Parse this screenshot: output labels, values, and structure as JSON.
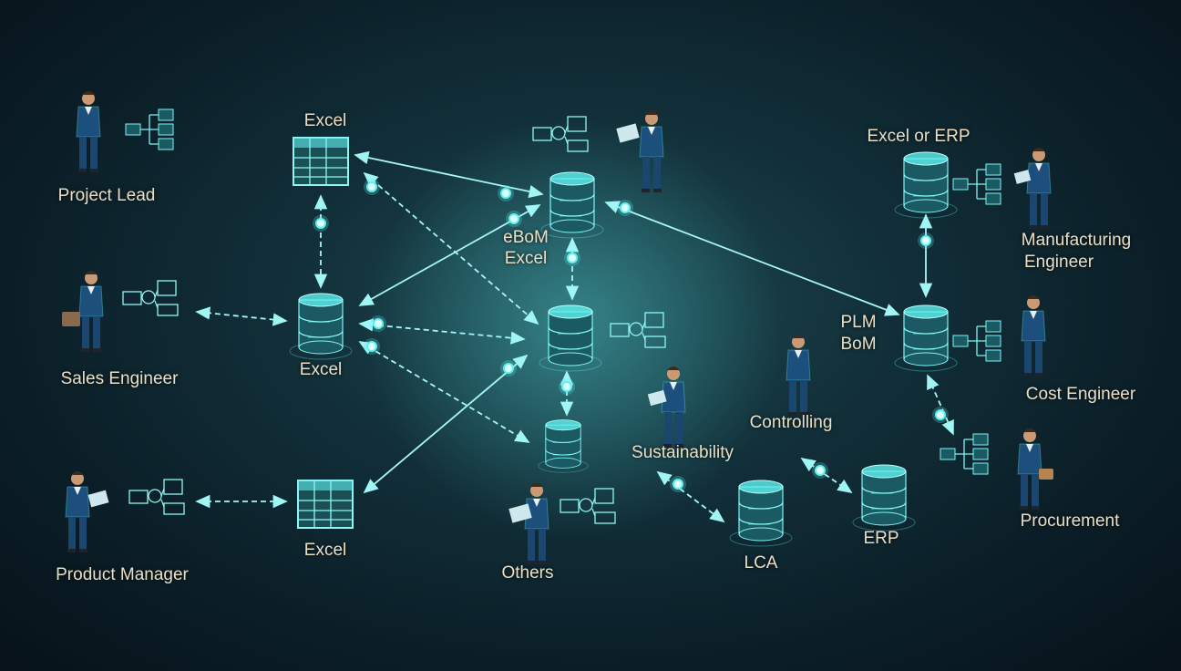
{
  "colors": {
    "accent": "#5ff0ee",
    "node_fill": "#1b5a63",
    "person_suit": "#1d4f7c",
    "label_text": "#e9dfc6"
  },
  "roles": {
    "project_lead": "Project Lead",
    "sales_engineer": "Sales Engineer",
    "product_manager": "Product Manager",
    "manufacturing_engineer": "Manufacturing Engineer",
    "cost_engineer": "Cost Engineer",
    "procurement": "Procurement",
    "controlling": "Controlling",
    "sustainability": "Sustainability",
    "others": "Others"
  },
  "systems": {
    "excel_top": "Excel",
    "excel_middle": "Excel",
    "excel_bottom": "Excel",
    "ebom_line1": "eBoM",
    "ebom_line2": "Excel",
    "excel_or_erp": "Excel or ERP",
    "plm_line1": "PLM",
    "plm_line2": "BoM",
    "lca": "LCA",
    "erp": "ERP"
  },
  "icons": {
    "person": "person-icon",
    "database": "database-icon",
    "spreadsheet": "spreadsheet-icon",
    "org_chart": "org-chart-icon",
    "machine_parts": "machine-parts-icon"
  }
}
